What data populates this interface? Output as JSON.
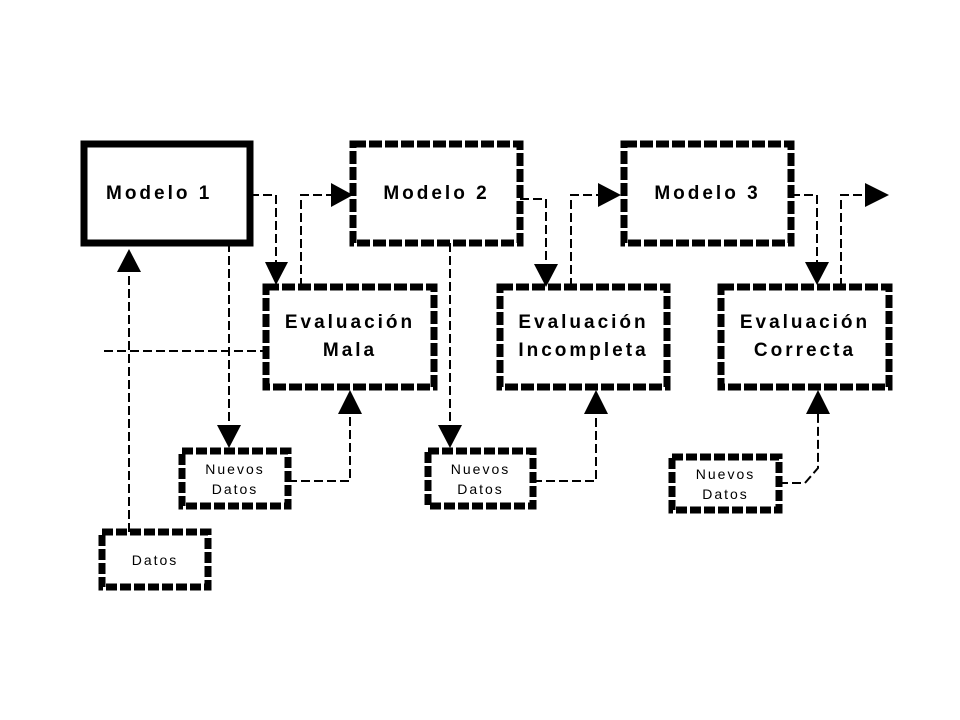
{
  "nodes": {
    "modelo1": {
      "label": "Modelo 1"
    },
    "modelo2": {
      "label": "Modelo 2"
    },
    "modelo3": {
      "label": "Modelo 3"
    },
    "eval_mala": {
      "line1": "Evaluación",
      "line2": "Mala"
    },
    "eval_incompleta": {
      "line1": "Evaluación",
      "line2": "Incompleta"
    },
    "eval_correcta": {
      "line1": "Evaluación",
      "line2": "Correcta"
    },
    "nuevos_datos_1": {
      "line1": "Nuevos",
      "line2": "Datos"
    },
    "nuevos_datos_2": {
      "line1": "Nuevos",
      "line2": "Datos"
    },
    "nuevos_datos_3": {
      "line1": "Nuevos",
      "line2": "Datos"
    },
    "datos": {
      "label": "Datos"
    }
  },
  "style": {
    "ink": "#000000",
    "background": "#ffffff"
  }
}
